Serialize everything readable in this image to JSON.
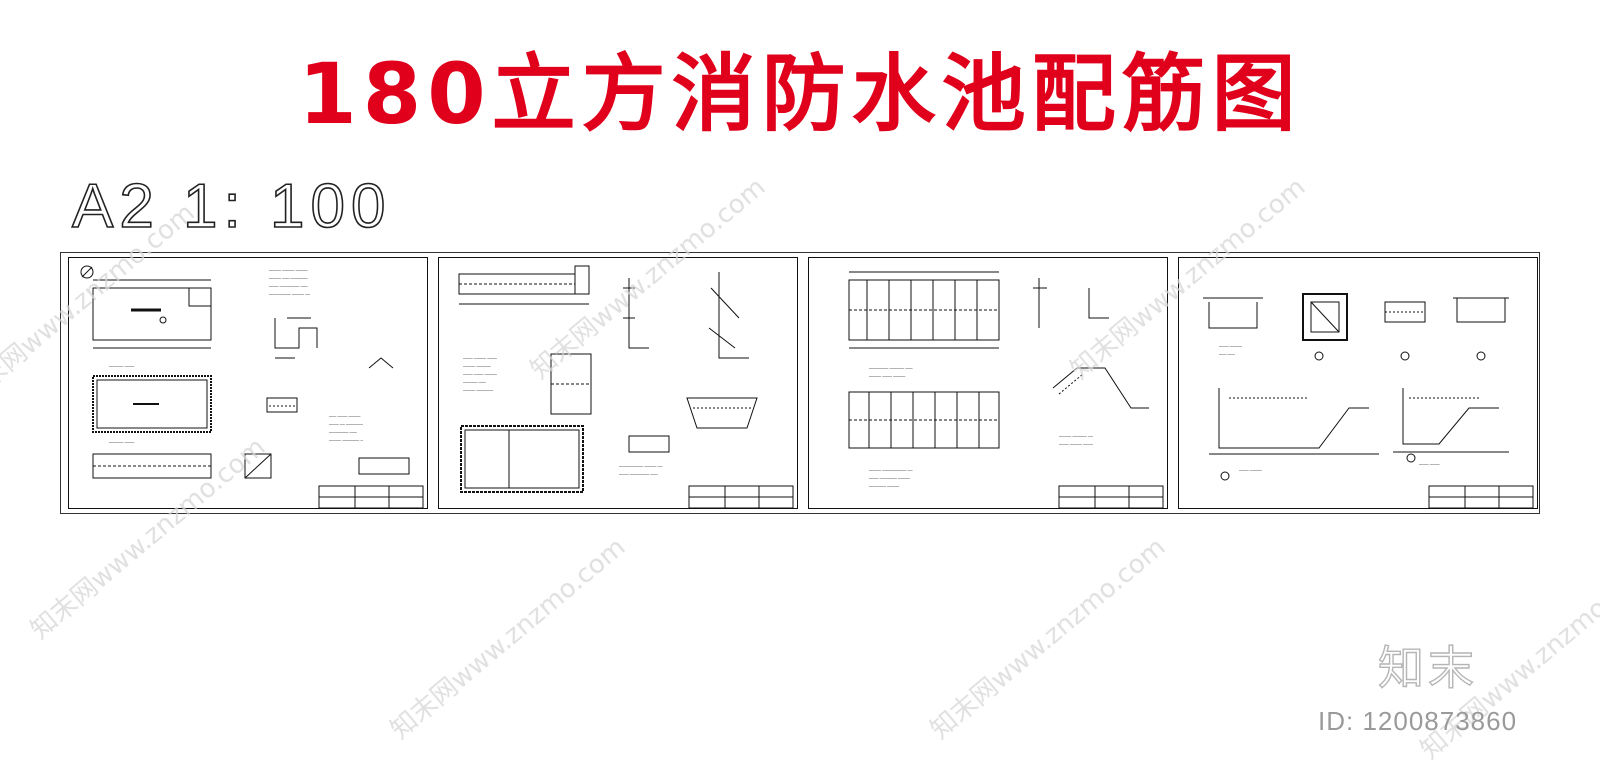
{
  "title": "180立方消防水池配筋图",
  "scale_note": "A2 1: 100",
  "sheets": [
    {
      "sheet": "sheet-1"
    },
    {
      "sheet": "sheet-2"
    },
    {
      "sheet": "sheet-3"
    },
    {
      "sheet": "sheet-4"
    }
  ],
  "watermark": {
    "site_text": "知末网www.znzmo.com",
    "logo_text": "知末",
    "id_text": "ID: 1200873860"
  },
  "colors": {
    "title": "#e0001b",
    "line": "#111111",
    "watermark": "#d0d0d0"
  }
}
